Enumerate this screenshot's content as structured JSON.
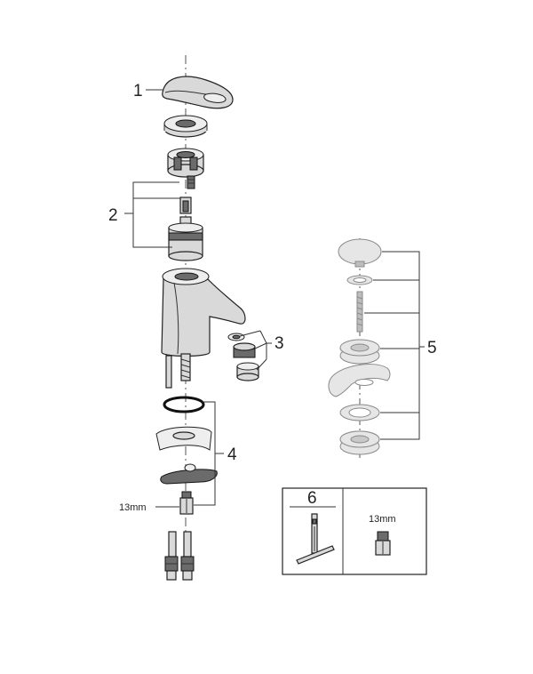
{
  "callouts": {
    "c1": "1",
    "c2": "2",
    "c3": "3",
    "c4": "4",
    "c5": "5",
    "c6": "6"
  },
  "dimensions": {
    "nut_left": "13mm",
    "nut_box": "13mm"
  }
}
